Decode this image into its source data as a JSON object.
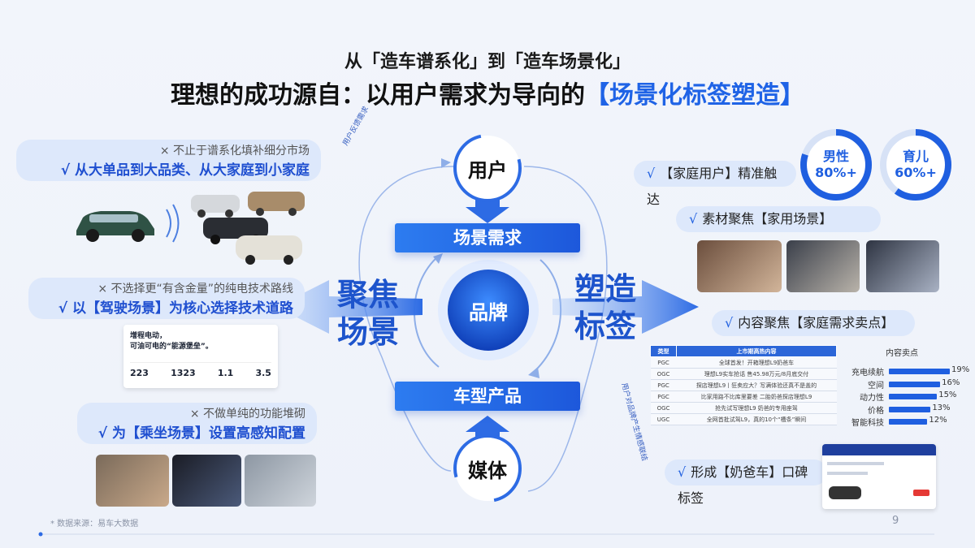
{
  "title": {
    "line1": "从「造车谱系化」到「造车场景化」",
    "line2_prefix": "理想的成功源自：以用户需求为导向的",
    "line2_highlight": "【场景化标签塑造】"
  },
  "left": {
    "item1": {
      "x": "× 不止于谱系化填补细分市场",
      "v": "√ 从大单品到大品类、从大家庭到小家庭"
    },
    "item2": {
      "x": "× 不选择更“有含金量”的纯电技术路线",
      "v": "√ 以【驾驶场景】为核心选择技术道路"
    },
    "item3": {
      "x": "× 不做单纯的功能堆砌",
      "v": "√ 为【乘坐场景】设置高感知配置"
    },
    "card": {
      "title1": "增程电动，",
      "title2": "可油可电的“能源堡垒”。",
      "stats": [
        "223",
        "1323",
        "1.1",
        "3.5"
      ]
    }
  },
  "center": {
    "user": "用户",
    "media": "媒体",
    "brand": "品牌",
    "demand": "场景需求",
    "product": "车型产品",
    "focus": "聚焦\n场景",
    "shape": "塑造\n标签",
    "arc_left": "用户反馈需求",
    "arc_right": "用户对品牌产生情感联结"
  },
  "right": {
    "p1": "【家庭用户】精准触达",
    "p2": "素材聚焦【家用场景】",
    "p3": "内容聚焦【家庭需求卖点】",
    "p4": "形成【奶爸车】口碑标签",
    "check": "√",
    "ring1": {
      "label": "男性",
      "value": "80%+",
      "fraction": 0.8
    },
    "ring2": {
      "label": "育儿",
      "value": "60%+",
      "fraction": 0.6
    }
  },
  "content_table": {
    "headers": [
      "类型",
      "上市期高热内容"
    ],
    "rows": [
      [
        "PGC",
        "全球首发！开箱理想L9奶爸车"
      ],
      [
        "OGC",
        "理想L9实车抢话 售45.98万元/8月底交付"
      ],
      [
        "PGC",
        "探店理想L9丨狂卖应大？写满体验还真不是盖的"
      ],
      [
        "PGC",
        "比家用路不比库里要差 二胎奶爸探店理想L9"
      ],
      [
        "OGC",
        "抢先试写理想L9 奶爸的专用座驾"
      ],
      [
        "UGC",
        "全网首批试驾L9，真的10个“槽条”瞬间"
      ]
    ]
  },
  "chart_data": {
    "type": "bar",
    "title": "内容卖点",
    "categories": [
      "充电续航",
      "空间",
      "动力性",
      "价格",
      "智能科技"
    ],
    "values": [
      19,
      16,
      15,
      13,
      12
    ],
    "unit": "%"
  },
  "footer": {
    "source": "* 数据来源：易车大数据",
    "page": "9"
  },
  "colors": {
    "accent": "#1f5fe0",
    "bar": "#2d7cf0",
    "pill": "#dde8fb"
  }
}
